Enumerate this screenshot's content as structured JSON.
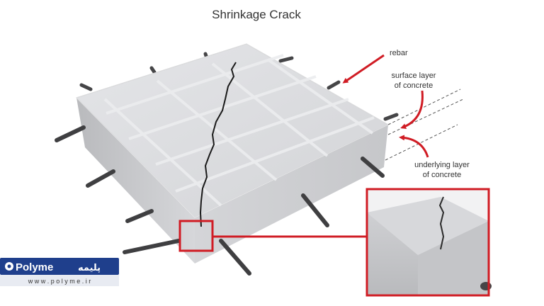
{
  "title": "Shrinkage Crack",
  "labels": {
    "rebar": "rebar",
    "surface_layer": [
      "surface layer",
      "of concrete"
    ],
    "underlying_layer": [
      "underlying layer",
      "of concrete"
    ]
  },
  "logo": {
    "name": "Polyme",
    "persian": "پلیمه",
    "url": "w w w . p o l y m e . i r"
  },
  "colors": {
    "arrow": "#d01c24",
    "highlight": "#d01c24",
    "concrete_top": "#dcdde0",
    "concrete_side": "#c4c5c8",
    "rebar": "#454547",
    "logo_bg": "#1f3f8c"
  }
}
